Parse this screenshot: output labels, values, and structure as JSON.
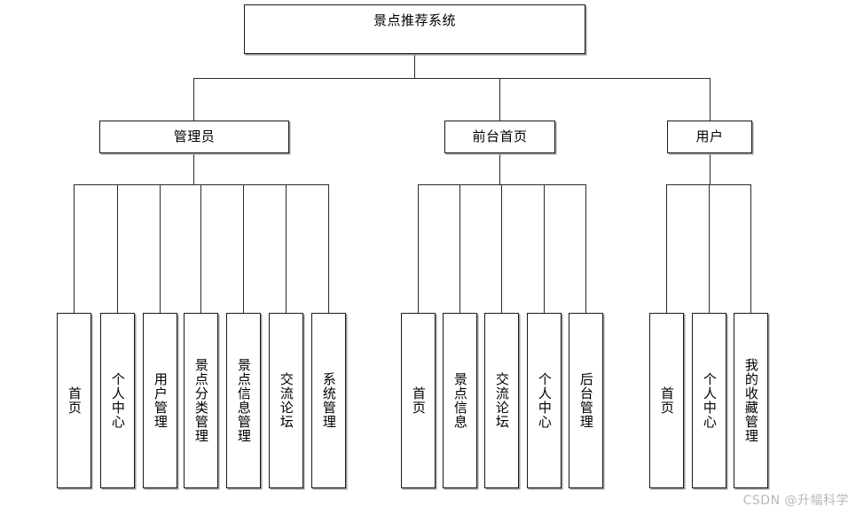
{
  "diagram": {
    "title": "景点推荐系统",
    "type": "tree-hierarchy",
    "root": {
      "label": "景点推荐系统"
    },
    "branches": [
      {
        "key": "admin",
        "label": "管理员",
        "children": [
          {
            "label": "首页"
          },
          {
            "label": "个人中心"
          },
          {
            "label": "用户管理"
          },
          {
            "label": "景点分类管理"
          },
          {
            "label": "景点信息管理"
          },
          {
            "label": "交流论坛"
          },
          {
            "label": "系统管理"
          }
        ]
      },
      {
        "key": "frontend",
        "label": "前台首页",
        "children": [
          {
            "label": "首页"
          },
          {
            "label": "景点信息"
          },
          {
            "label": "交流论坛"
          },
          {
            "label": "个人中心"
          },
          {
            "label": "后台管理"
          }
        ]
      },
      {
        "key": "user",
        "label": "用户",
        "children": [
          {
            "label": "首页"
          },
          {
            "label": "个人中心"
          },
          {
            "label": "我的收藏管理"
          }
        ]
      }
    ]
  },
  "watermark": {
    "text": "CSDN @升幅科学"
  },
  "colors": {
    "stroke": "#1a1a1a",
    "edge": "#2b2b2b",
    "shadow": "#9a9a9a",
    "background": "#ffffff",
    "watermark": "#b9b9b9"
  }
}
